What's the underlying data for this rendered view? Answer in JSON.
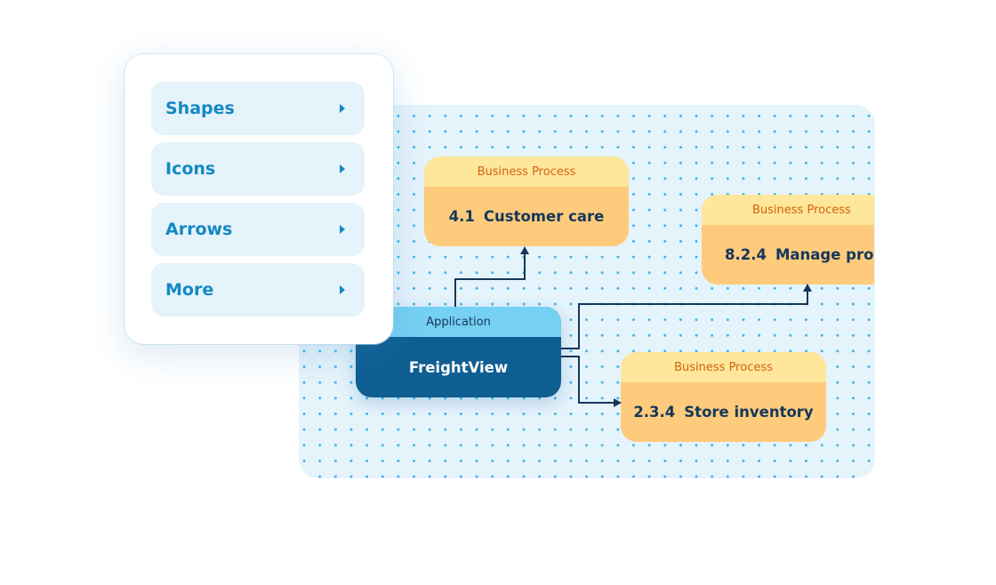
{
  "menu": {
    "items": [
      {
        "label": "Shapes",
        "icon": "caret-right-icon"
      },
      {
        "label": "Icons",
        "icon": "caret-right-icon"
      },
      {
        "label": "Arrows",
        "icon": "caret-right-icon"
      },
      {
        "label": "More",
        "icon": "caret-right-icon"
      }
    ]
  },
  "diagram": {
    "application": {
      "type_label": "Application",
      "name": "FreightView"
    },
    "processes": [
      {
        "type_label": "Business Process",
        "number": "4.1",
        "name": "Customer care"
      },
      {
        "type_label": "Business Process",
        "number": "8.2.4",
        "name": "Manage profile"
      },
      {
        "type_label": "Business Process",
        "number": "2.3.4",
        "name": "Store inventory"
      }
    ],
    "connections": [
      {
        "from": "FreightView",
        "to": "Customer care"
      },
      {
        "from": "FreightView",
        "to": "Manage profile"
      },
      {
        "from": "FreightView",
        "to": "Store inventory"
      }
    ],
    "colors": {
      "menu_text": "#1488c5",
      "menu_bg": "#e5f3fa",
      "canvas_bg": "#e5f3fb",
      "grid_dot": "#3bb3ea",
      "process_header_bg": "#fee69a",
      "process_header_text": "#d1650f",
      "process_body_bg": "#fecb7c",
      "process_text": "#15375a",
      "app_header_bg": "#76d0f2",
      "app_body_bg": "#0f5e92",
      "connector": "#15375a"
    }
  }
}
